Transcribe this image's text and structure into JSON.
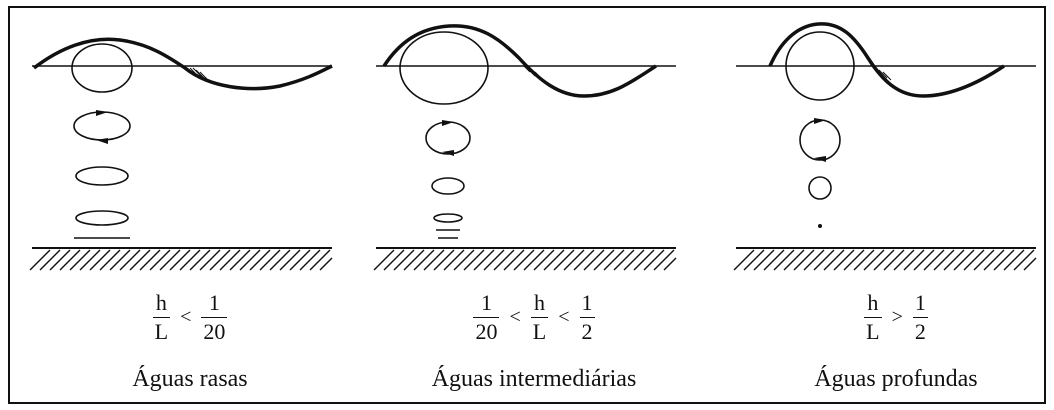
{
  "panels": [
    {
      "id": "shallow",
      "caption": "Águas rasas",
      "formula": [
        {
          "type": "frac",
          "num": "h",
          "den": "L"
        },
        {
          "type": "op",
          "text": "<"
        },
        {
          "type": "frac",
          "num": "1",
          "den": "20"
        }
      ]
    },
    {
      "id": "intermediate",
      "caption": "Águas intermediárias",
      "formula": [
        {
          "type": "frac",
          "num": "1",
          "den": "20"
        },
        {
          "type": "op",
          "text": "<"
        },
        {
          "type": "frac",
          "num": "h",
          "den": "L"
        },
        {
          "type": "op",
          "text": "<"
        },
        {
          "type": "frac",
          "num": "1",
          "den": "2"
        }
      ]
    },
    {
      "id": "deep",
      "caption": "Águas profundas",
      "formula": [
        {
          "type": "frac",
          "num": "h",
          "den": "L"
        },
        {
          "type": "op",
          "text": ">"
        },
        {
          "type": "frac",
          "num": "1",
          "den": "2"
        }
      ]
    }
  ]
}
